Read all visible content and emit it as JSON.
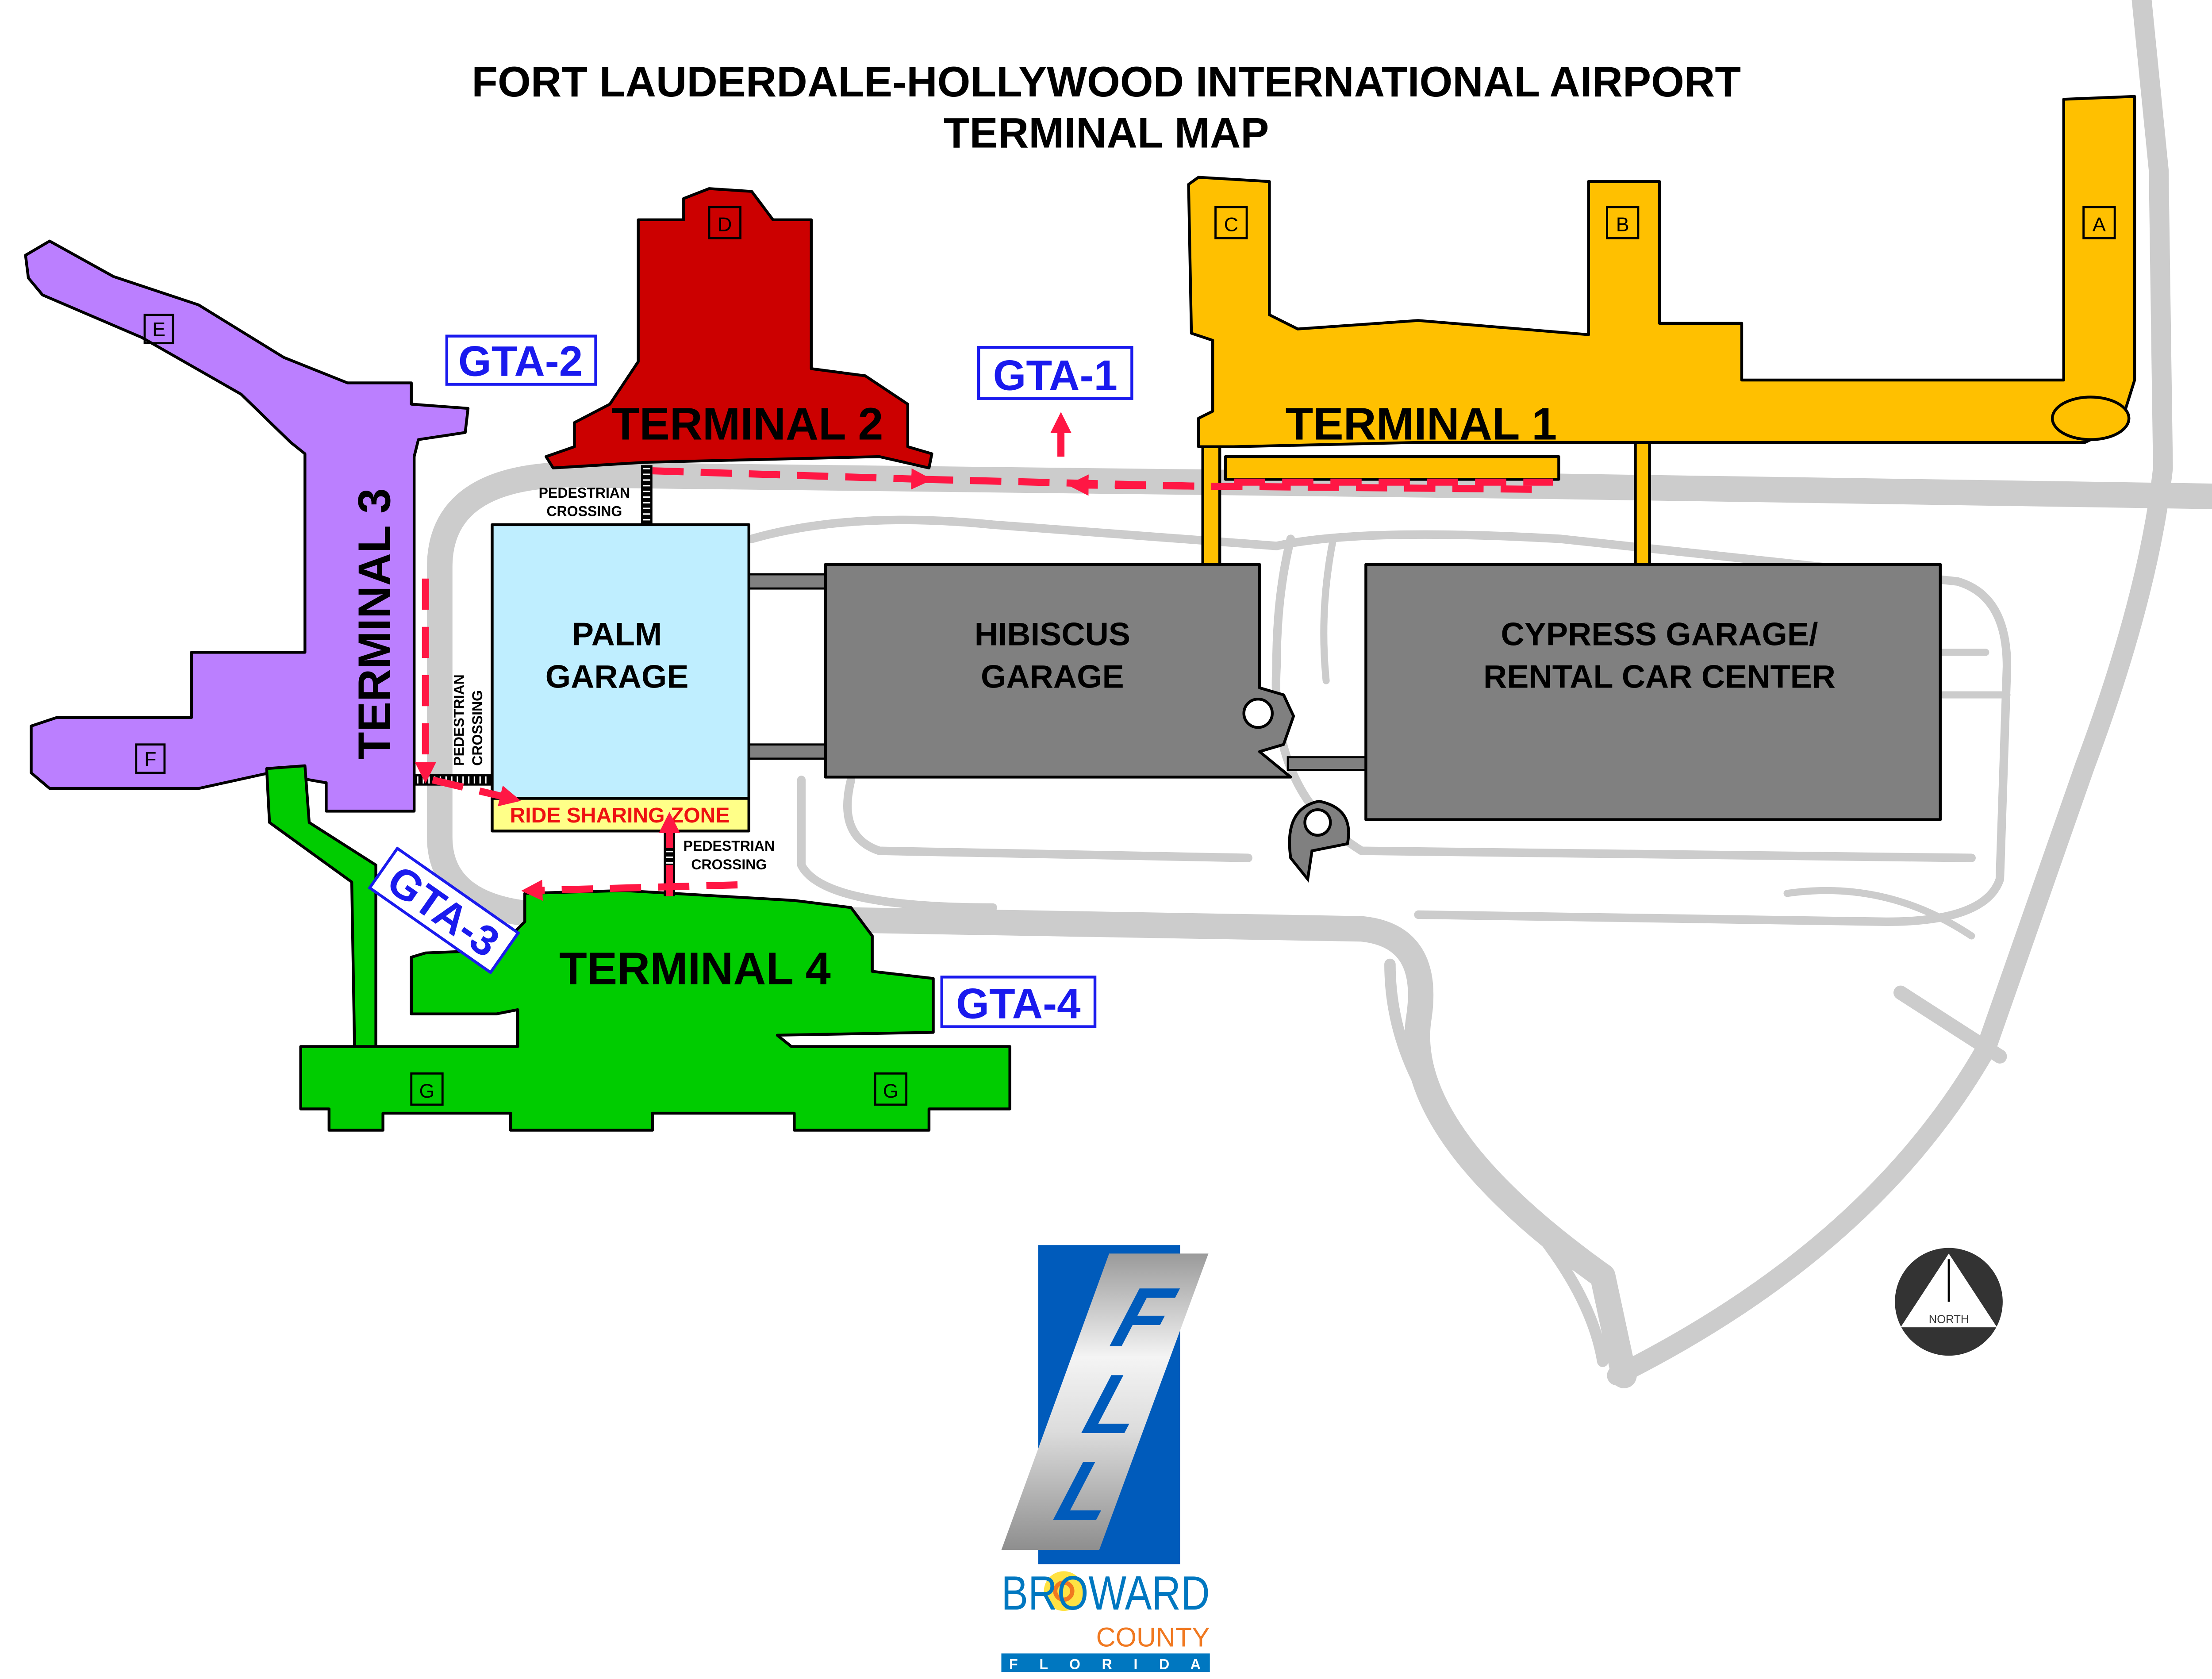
{
  "title": {
    "line1": "FORT LAUDERDALE-HOLLYWOOD INTERNATIONAL AIRPORT",
    "line2": "TERMINAL MAP"
  },
  "terminals": [
    {
      "name": "TERMINAL 1",
      "color": "#ffc000",
      "gates": [
        "A",
        "B",
        "C"
      ]
    },
    {
      "name": "TERMINAL 2",
      "color": "#cc0000",
      "gates": [
        "D"
      ]
    },
    {
      "name": "TERMINAL 3",
      "color": "#bb7fff",
      "gates": [
        "E",
        "F"
      ]
    },
    {
      "name": "TERMINAL 4",
      "color": "#00cc00",
      "gates": [
        "G",
        "G"
      ]
    }
  ],
  "garages": {
    "palm": {
      "line1": "PALM",
      "line2": "GARAGE",
      "color": "#bfeeff"
    },
    "hibiscus": {
      "line1": "HIBISCUS",
      "line2": "GARAGE",
      "color": "#808080"
    },
    "cypress": {
      "line1": "CYPRESS GARAGE/",
      "line2": "RENTAL CAR CENTER",
      "color": "#808080"
    }
  },
  "ride_sharing_zone": "RIDE SHARING ZONE",
  "pedestrian_crossing": {
    "line1": "PEDESTRIAN",
    "line2": "CROSSING"
  },
  "gta": [
    "GTA-1",
    "GTA-2",
    "GTA-3",
    "GTA-4"
  ],
  "north_label": "NORTH",
  "logo": {
    "fll": "FLL",
    "broward": "BROWARD",
    "county": "COUNTY",
    "florida": "F L O R I D A"
  },
  "colors": {
    "walkway": "#ff1744",
    "road": "#cccccc",
    "gta": "#1a1aee",
    "logo_blue": "#005bbb"
  }
}
